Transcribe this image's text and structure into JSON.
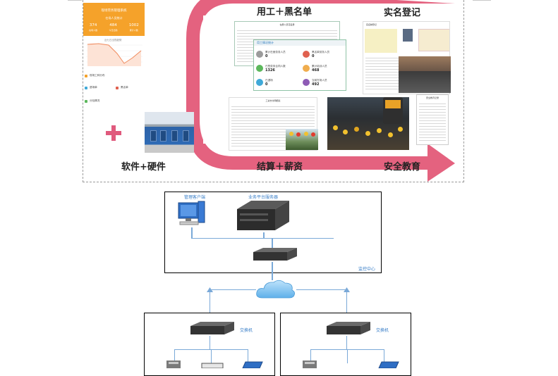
{
  "top_figure": {
    "labels": {
      "top_left": "用工＋黑名单",
      "top_right": "实名登记",
      "bottom_left": "结算＋薪资",
      "bottom_right": "安全教育",
      "combo": "软件+硬件"
    },
    "phone": {
      "title": "现场劳务管理系统",
      "subtitle": "在场人员统计",
      "stats": [
        {
          "value": "374",
          "label": "在场人数"
        },
        {
          "value": "484",
          "label": "今日出勤"
        },
        {
          "value": "1002",
          "label": "累计人数"
        }
      ],
      "chart_title": "近七日出勤趋势",
      "menu": [
        "现场工种分布",
        "退场单",
        "黑名单",
        "分包情况"
      ]
    },
    "blacklist_doc": {
      "title": "在册人员花名册",
      "panel_title": "用工情况统计",
      "cards": [
        {
          "label": "累计在册劳务人员",
          "value": "0",
          "color": "#9b9b9b"
        },
        {
          "label": "黑名单劳务人员",
          "value": "0",
          "color": "#e0614f"
        },
        {
          "label": "已签劳务合同人数",
          "value": "1326",
          "color": "#5cb85c"
        },
        {
          "label": "累计培训人员",
          "value": "468",
          "color": "#f0ad4e"
        },
        {
          "label": "已退场",
          "value": "0",
          "color": "#3fa9d8"
        },
        {
          "label": "当前在场人员",
          "value": "492",
          "color": "#8e5bb5"
        }
      ]
    },
    "realname_doc": {
      "title": "实名制登记"
    },
    "salary_doc": {
      "title": "工资支付明细表"
    },
    "safety_doc": {
      "title": "安全教育记录"
    }
  },
  "network_diagram": {
    "monitor_center": {
      "workstation_label": "管理客户端",
      "server_label": "业务平台服务器",
      "center_label": "监控中心"
    },
    "sites": [
      {
        "switch_label": "交换机"
      },
      {
        "switch_label": "交换机"
      }
    ]
  }
}
